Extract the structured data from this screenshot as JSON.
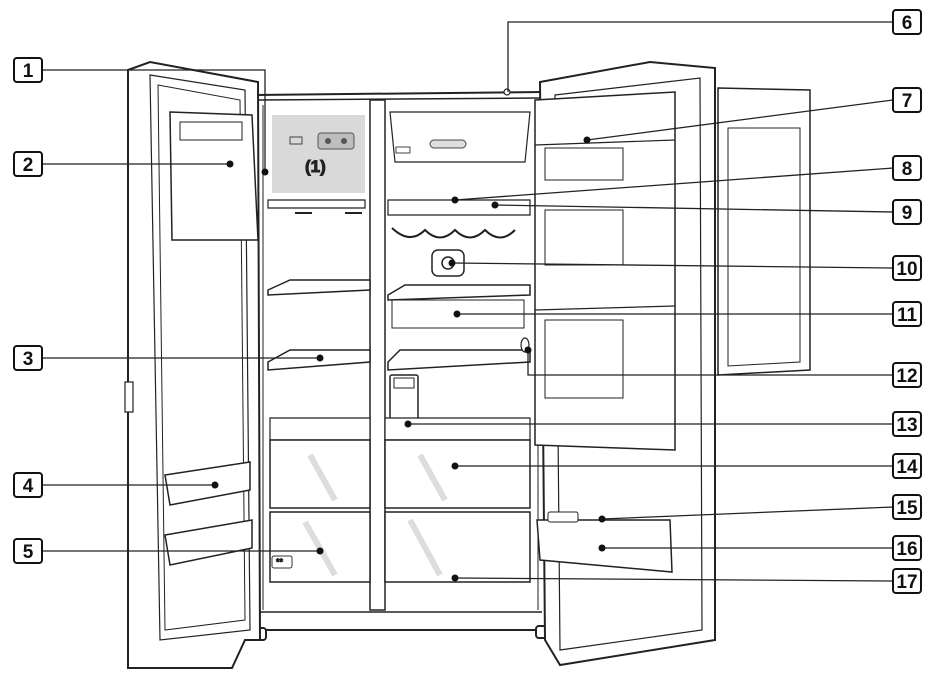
{
  "diagram": {
    "panel_label": "(1)",
    "badge_text": "**",
    "callouts": [
      {
        "id": "callout-1",
        "number": "1"
      },
      {
        "id": "callout-2",
        "number": "2"
      },
      {
        "id": "callout-3",
        "number": "3"
      },
      {
        "id": "callout-4",
        "number": "4"
      },
      {
        "id": "callout-5",
        "number": "5"
      },
      {
        "id": "callout-6",
        "number": "6"
      },
      {
        "id": "callout-7",
        "number": "7"
      },
      {
        "id": "callout-8",
        "number": "8"
      },
      {
        "id": "callout-9",
        "number": "9"
      },
      {
        "id": "callout-10",
        "number": "10"
      },
      {
        "id": "callout-11",
        "number": "11"
      },
      {
        "id": "callout-12",
        "number": "12"
      },
      {
        "id": "callout-13",
        "number": "13"
      },
      {
        "id": "callout-14",
        "number": "14"
      },
      {
        "id": "callout-15",
        "number": "15"
      },
      {
        "id": "callout-16",
        "number": "16"
      },
      {
        "id": "callout-17",
        "number": "17"
      }
    ]
  }
}
